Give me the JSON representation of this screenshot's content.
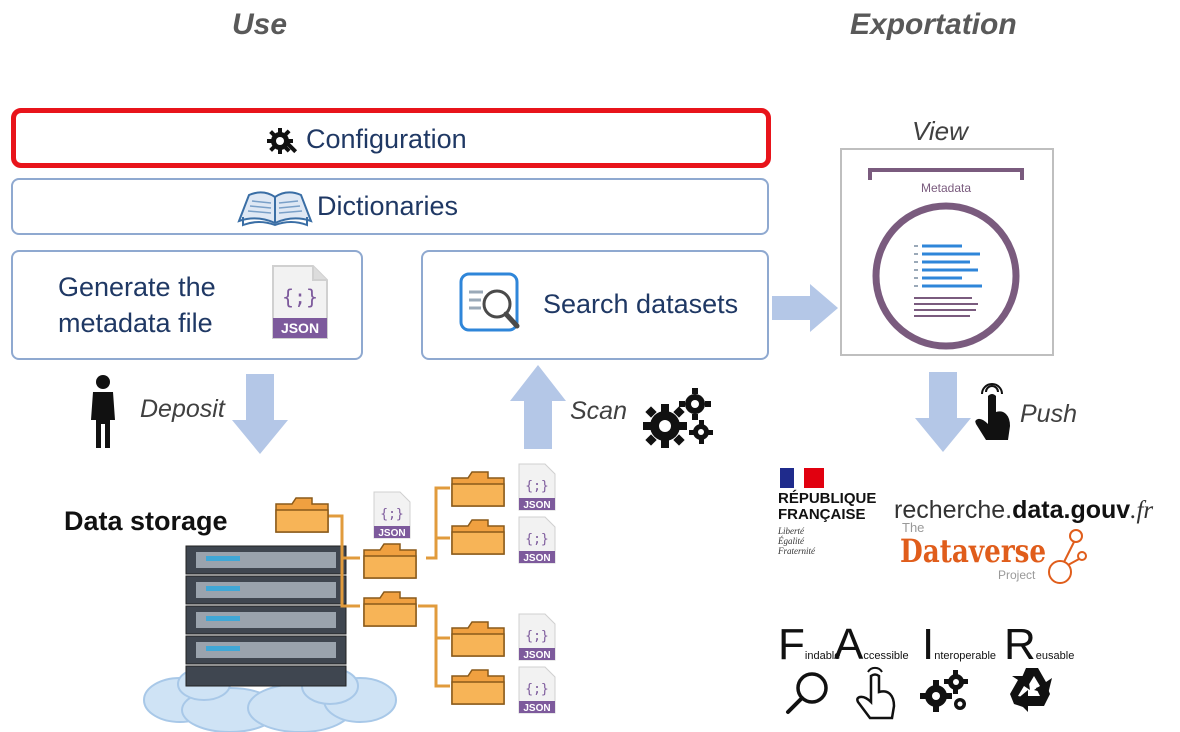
{
  "headers": {
    "use": "Use",
    "exportation": "Exportation"
  },
  "boxes": {
    "configuration": "Configuration",
    "dictionaries": "Dictionaries",
    "generate_line1": "Generate the",
    "generate_line2": "metadata file",
    "search": "Search datasets",
    "view": "View",
    "metadata": "Metadata"
  },
  "json_icon": {
    "braces": "{;}",
    "label": "JSON"
  },
  "flow": {
    "deposit": "Deposit",
    "scan": "Scan",
    "push": "Push"
  },
  "storage": {
    "label": "Data storage"
  },
  "logos": {
    "republique_line1": "RÉPUBLIQUE",
    "republique_line2": "FRANÇAISE",
    "motto1": "Liberté",
    "motto2": "Égalité",
    "motto3": "Fraternité",
    "recherche_pre": "recherche.",
    "recherche_mid": "data.gouv",
    "recherche_post": ".fr",
    "dataverse_the": "The",
    "dataverse": "Dataverse",
    "dataverse_project": "Project"
  },
  "fair": [
    {
      "letter": "F",
      "rest": "indable",
      "icon": "magnifier-icon"
    },
    {
      "letter": "A",
      "rest": "ccessible",
      "icon": "pointer-hand-icon"
    },
    {
      "letter": "I",
      "rest": "nteroperable",
      "icon": "gears-icon"
    },
    {
      "letter": "R",
      "rest": "eusable",
      "icon": "recycle-icon"
    }
  ],
  "colors": {
    "highlight": "#e8141b",
    "box_border": "#8fa9d0",
    "arrow": "#b4c7e7",
    "folder": "#f0a040",
    "metadata_purple": "#7a5b7e",
    "json_purple": "#7d5a9c",
    "dataverse_orange": "#e05d1b"
  }
}
